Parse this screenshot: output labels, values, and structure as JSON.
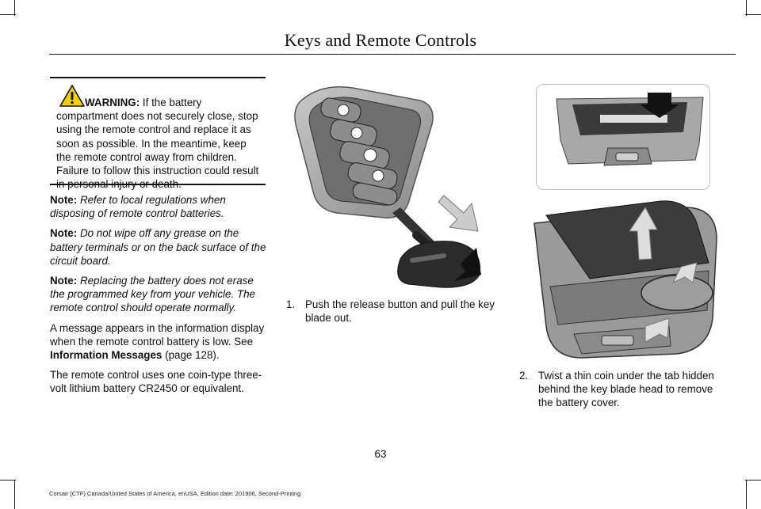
{
  "header": {
    "title": "Keys and Remote Controls"
  },
  "warning": {
    "label": "WARNING:",
    "text": " If the battery compartment does not securely close, stop using the remote control and replace it as soon as possible. In the meantime, keep the remote control away from children. Failure to follow this instruction could result in personal injury or death."
  },
  "notes": [
    {
      "label": "Note:",
      "body": " Refer to local regulations when disposing of remote control batteries."
    },
    {
      "label": "Note:",
      "body": " Do not wipe off any grease on the battery terminals or on the back surface of the circuit board."
    },
    {
      "label": "Note:",
      "body": "  Replacing the battery does not erase the programmed key from your vehicle.  The remote control should operate normally."
    }
  ],
  "paragraph1": {
    "before": "A message appears in the information display when the remote control battery is low.  See ",
    "ref": "Information Messages",
    "after": " (page 128)."
  },
  "paragraph2": "The remote control uses one coin-type three-volt lithium battery CR2450 or equivalent.",
  "steps": [
    {
      "num": "1.",
      "text": "Push the release button and pull the key blade out."
    },
    {
      "num": "2.",
      "text": "Twist a thin coin under the tab hidden behind the key blade head to remove the battery cover."
    }
  ],
  "page_number": "63",
  "footer": "Corsair (CTF) Canada/United States of America, enUSA, Edition date: 201906, Second-Printing",
  "colors": {
    "text": "#111111",
    "warning_yellow": "#f5d000",
    "fob_gray": "#9a9a9a",
    "arrow_dark": "#1a1a1a"
  }
}
